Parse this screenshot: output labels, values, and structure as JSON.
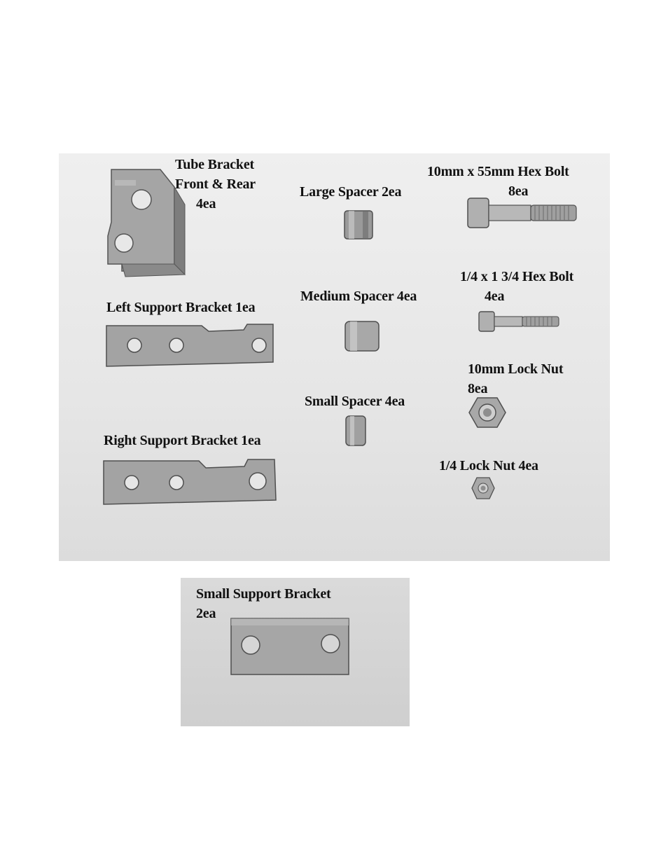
{
  "parts": {
    "tube_bracket": {
      "line1": "Tube Bracket",
      "line2": "Front & Rear",
      "line3": "4ea"
    },
    "large_spacer": {
      "label": "Large Spacer 2ea"
    },
    "hex_bolt_10mm": {
      "line1": "10mm x 55mm Hex Bolt",
      "line2": "8ea"
    },
    "left_support_bracket": {
      "label": "Left Support Bracket 1ea"
    },
    "medium_spacer": {
      "label": "Medium Spacer 4ea"
    },
    "hex_bolt_quarter": {
      "line1": "1/4 x 1 3/4 Hex Bolt",
      "line2": "4ea"
    },
    "lock_nut_10mm": {
      "line1": "10mm Lock Nut",
      "line2": "8ea"
    },
    "small_spacer": {
      "label": "Small Spacer 4ea"
    },
    "right_support_bracket": {
      "label": "Right Support Bracket 1ea"
    },
    "lock_nut_quarter": {
      "label": "1/4 Lock Nut 4ea"
    },
    "small_support_bracket": {
      "line1": "Small Support Bracket",
      "line2": "2ea"
    }
  },
  "colors": {
    "metal": "#a9a9a9",
    "metal_dark": "#6e6e6e",
    "background": "#e8e8e8"
  }
}
